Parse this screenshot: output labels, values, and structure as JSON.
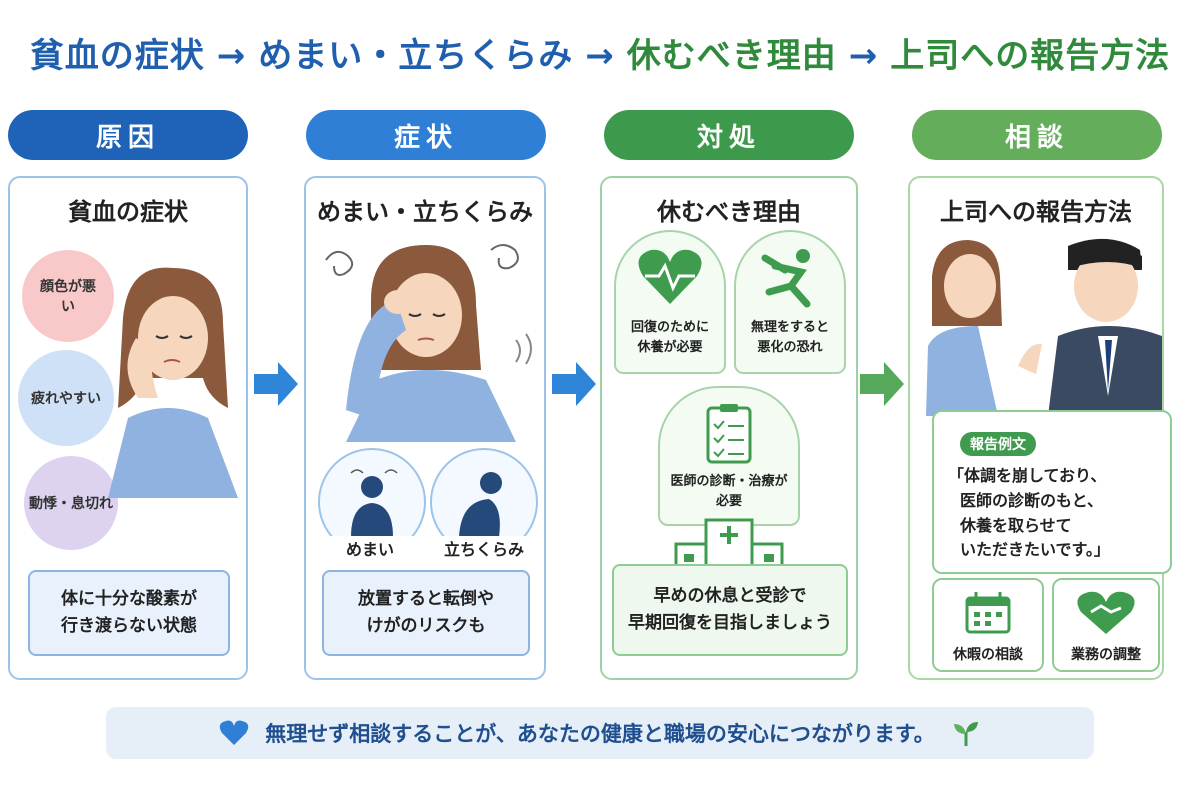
{
  "title": {
    "part1": "貧血の症状",
    "part2": "めまい・立ちくらみ",
    "part3": "休むべき理由",
    "part4": "上司への報告方法",
    "arrow": "→"
  },
  "columns": [
    {
      "header": "原因",
      "title": "貧血の症状",
      "bubbles": [
        "顔色が悪い",
        "疲れやすい",
        "動悸・息切れ"
      ],
      "note": [
        "体に十分な酸素が",
        "行き渡らない状態"
      ]
    },
    {
      "header": "症状",
      "title": "めまい・立ちくらみ",
      "icons": [
        "めまい",
        "立ちくらみ"
      ],
      "note": [
        "放置すると転倒や",
        "けがのリスクも"
      ]
    },
    {
      "header": "対処",
      "title": "休むべき理由",
      "reasons": [
        [
          "回復のために",
          "休養が必要"
        ],
        [
          "無理をすると",
          "悪化の恐れ"
        ],
        [
          "医師の診断・治療が",
          "必要"
        ]
      ],
      "note": [
        "早めの休息と受診で",
        "早期回復を目指しましょう"
      ]
    },
    {
      "header": "相談",
      "title": "上司への報告方法",
      "example_label": "報告例文",
      "example": [
        "「体調を崩しており、",
        "医師の診断のもと、",
        "休養を取らせて",
        "いただきたいです。」"
      ],
      "items": [
        "休暇の相談",
        "業務の調整"
      ]
    }
  ],
  "footer": "無理せず相談することが、あなたの健康と職場の安心につながります。",
  "colors": {
    "blue_dark": "#1f5fae",
    "blue": "#2f7fd6",
    "green": "#3f9b4e",
    "green_light": "#62b062"
  }
}
